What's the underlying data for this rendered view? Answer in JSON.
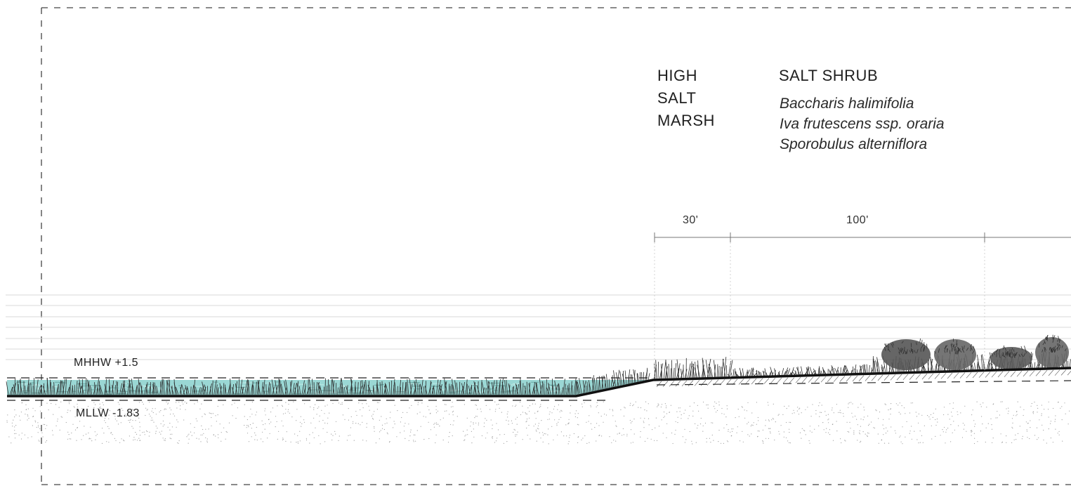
{
  "zones": {
    "high_salt_marsh": {
      "lines": [
        "HIGH",
        "SALT",
        "MARSH"
      ]
    },
    "salt_shrub": {
      "title": "SALT SHRUB",
      "species": [
        "Baccharis halimifolia",
        "Iva frutescens ssp. oraria",
        "Sporobulus alterniflora"
      ]
    }
  },
  "dimensions": [
    "30'",
    "100'"
  ],
  "tide_levels": {
    "mhhw": "MHHW +1.5",
    "mllw": "MLLW -1.83"
  },
  "colors": {
    "water": "#8fd3cf",
    "ground_line": "#111111",
    "vegetation": "#2b2b2b",
    "shrub": "#555555",
    "guide_lines": "#d8d8d8",
    "frame_dash": "#444444"
  }
}
